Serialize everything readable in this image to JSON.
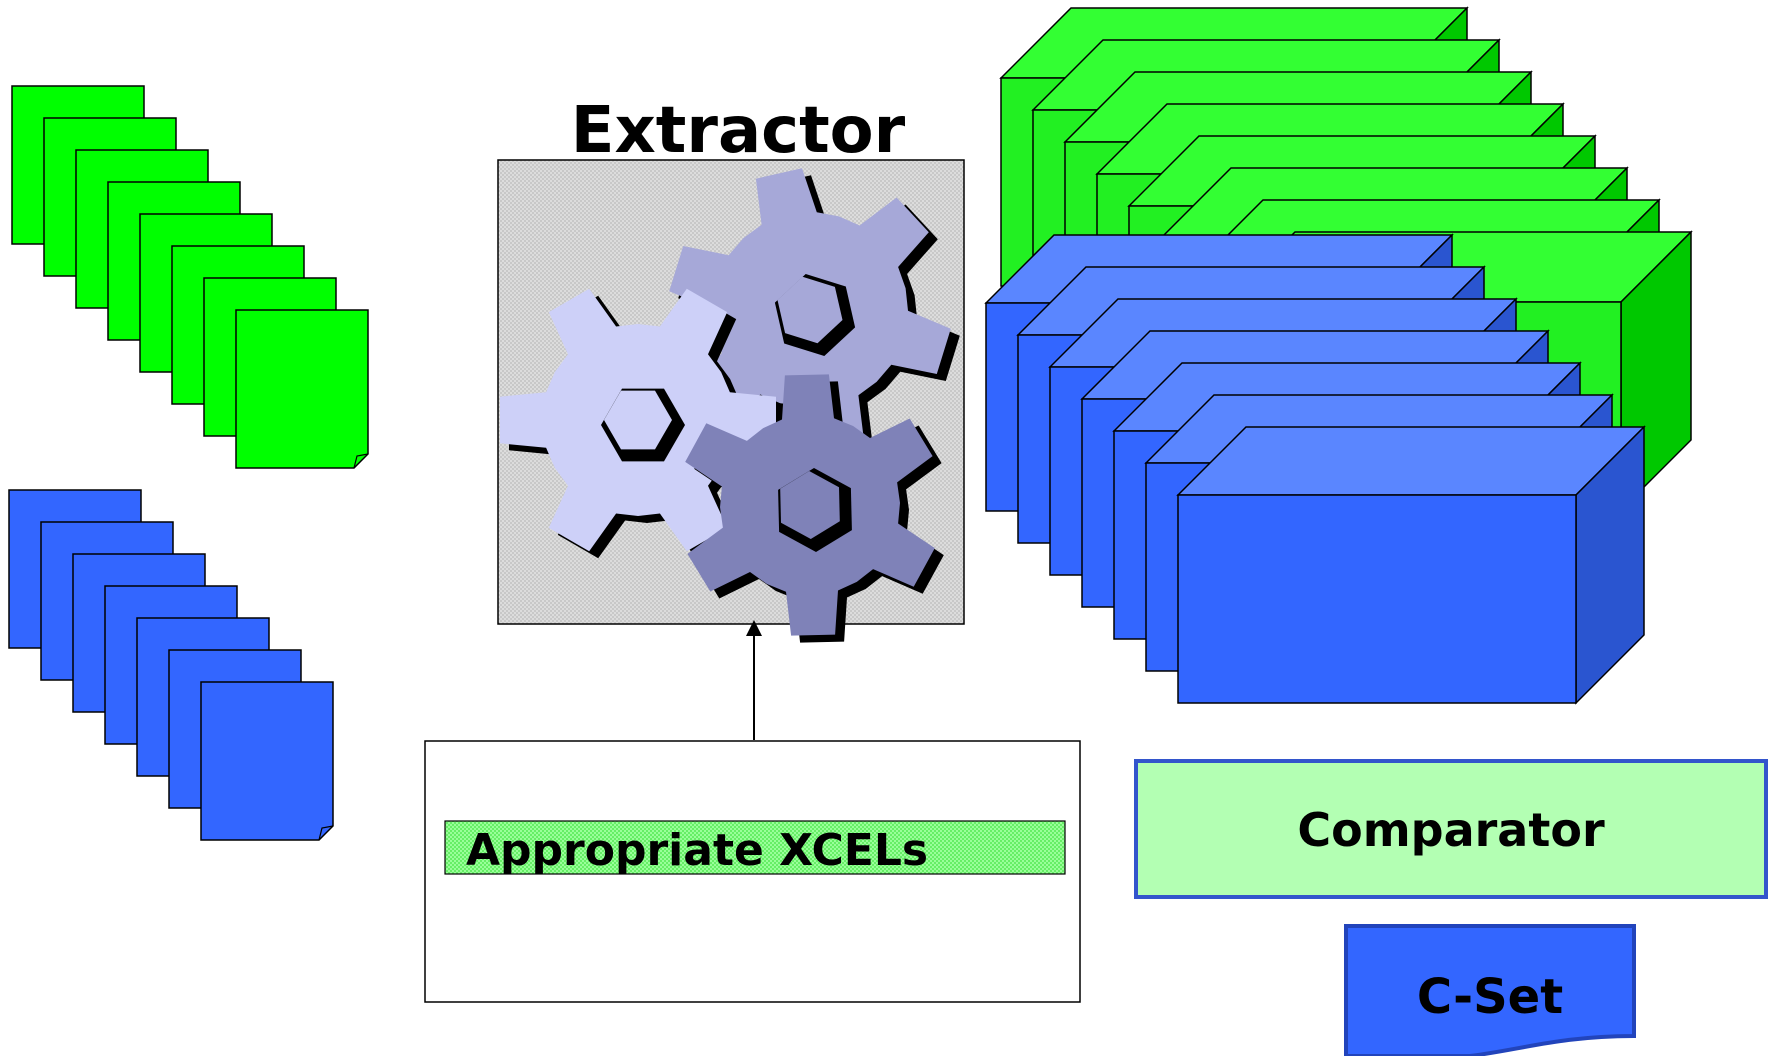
{
  "extractor": {
    "title": "Extractor"
  },
  "xcels": {
    "label": "Appropriate XCELs"
  },
  "comparator": {
    "label": "Comparator"
  },
  "cset": {
    "label": "C-Set"
  },
  "colors": {
    "green_doc": "#00ff00",
    "blue_doc": "#3366ff",
    "comparator_fill": "#b3ffb3",
    "comparator_border": "#3355cc",
    "cset_fill": "#3366ff",
    "gear_light": "#cdd0f8",
    "gear_mid": "#a6a8d8",
    "gear_dark": "#7f82b8",
    "panel_bg": "#d8d8d8"
  },
  "stacks": {
    "green_pages": 8,
    "blue_pages": 7,
    "green_boxes": 8,
    "blue_boxes": 7
  }
}
